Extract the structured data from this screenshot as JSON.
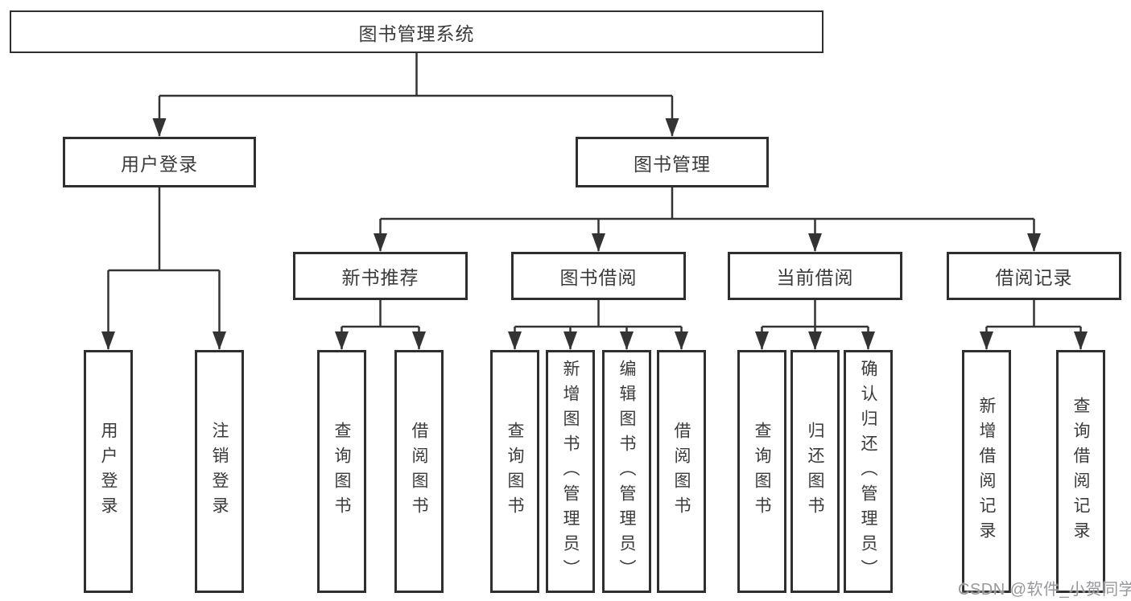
{
  "nodes": {
    "root": "图书管理系统",
    "level2": [
      "用户登录",
      "图书管理"
    ],
    "level3": [
      "新书推荐",
      "图书借阅",
      "当前借阅",
      "借阅记录"
    ],
    "leaves_user_login": [
      "用户登录",
      "注销登录"
    ],
    "leaves_new_book": [
      "查询图书",
      "借阅图书"
    ],
    "leaves_book_borrow": [
      "查询图书",
      "新增图书（管理员）",
      "编辑图书（管理员）",
      "借阅图书"
    ],
    "leaves_current_borrow": [
      "查询图书",
      "归还图书",
      "确认归还（管理员）"
    ],
    "leaves_borrow_record": [
      "新增借阅记录",
      "查询借阅记录"
    ]
  },
  "watermark": "CSDN @软件_小贺同学",
  "colors": {
    "line": "#333333",
    "border": "#2f2f2f",
    "text": "#3b3b3b",
    "background": "#ffffff",
    "watermark": "#97989c"
  }
}
